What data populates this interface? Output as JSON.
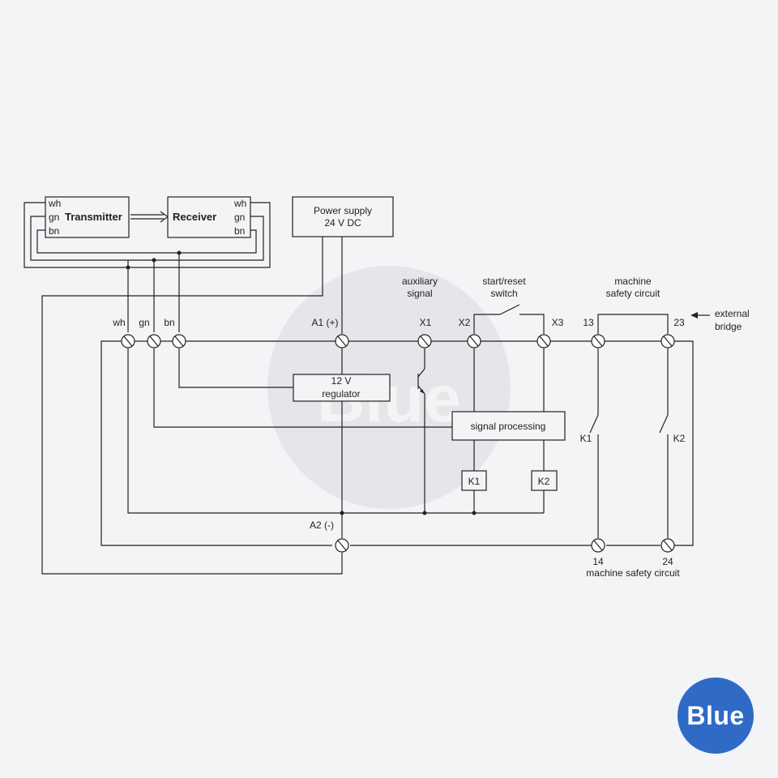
{
  "watermark": {
    "text": "Blue"
  },
  "badge": {
    "text": "Blue",
    "color": "#2f6ac7"
  },
  "transmitter": {
    "label": "Transmitter",
    "pins": [
      "wh",
      "gn",
      "bn"
    ]
  },
  "receiver": {
    "label": "Receiver",
    "pins": [
      "wh",
      "gn",
      "bn"
    ]
  },
  "power_supply": {
    "line1": "Power supply",
    "line2": "24 V DC"
  },
  "regulator": {
    "line1": "12 V",
    "line2": "regulator"
  },
  "signal_processing": {
    "label": "signal processing"
  },
  "relays": {
    "k1": "K1",
    "k2": "K2"
  },
  "contacts": {
    "k1": "K1",
    "k2": "K2"
  },
  "terminals": {
    "wh": "wh",
    "gn": "gn",
    "bn": "bn",
    "a1": "A1 (+)",
    "a2": "A2 (-)",
    "x1": "X1",
    "x2": "X2",
    "x3": "X3",
    "t13": "13",
    "t23": "23",
    "t14": "14",
    "t24": "24"
  },
  "annotations": {
    "aux_line1": "auxiliary",
    "aux_line2": "signal",
    "start_line1": "start/reset",
    "start_line2": "switch",
    "msc_top_line1": "machine",
    "msc_top_line2": "safety circuit",
    "ext_line1": "external",
    "ext_line2": "bridge",
    "msc_bottom": "machine safety circuit"
  }
}
